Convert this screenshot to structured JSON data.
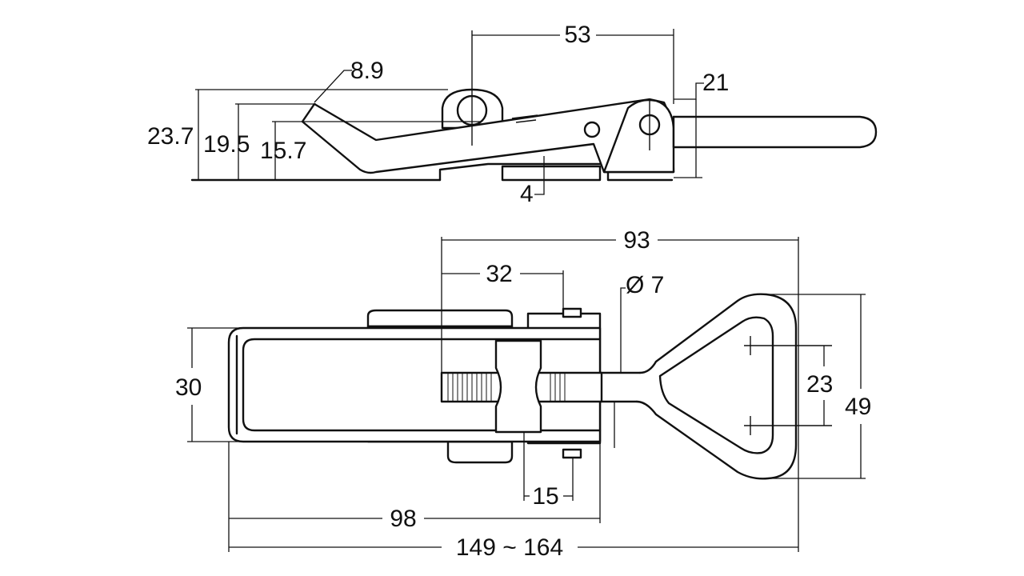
{
  "drawing": {
    "dimensions": {
      "top_53": "53",
      "top_8_9": "8.9",
      "top_21": "21",
      "top_23_7": "23.7",
      "top_19_5": "19.5",
      "top_15_7": "15.7",
      "top_4": "4",
      "plan_93": "93",
      "plan_32": "32",
      "plan_dia_7": "Ø 7",
      "plan_30": "30",
      "plan_23": "23",
      "plan_49": "49",
      "plan_15": "15",
      "plan_98": "98",
      "plan_total": "149 ~ 164"
    }
  }
}
